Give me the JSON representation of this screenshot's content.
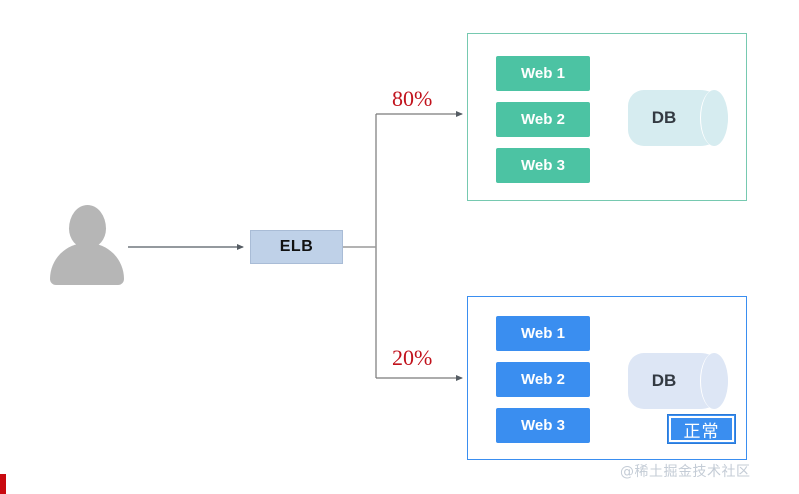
{
  "diagram": {
    "title": "ELB weighted traffic split to two web/DB groups",
    "colors": {
      "green_accent": "#4cc3a3",
      "green_border": "#76c9b0",
      "blue_accent": "#3a8ef0",
      "elb_fill": "#bfd1e8",
      "percent_red": "#c1121c",
      "user_gray": "#b6b6b6",
      "db_green_fill": "#d6ecf0",
      "db_blue_fill": "#dde6f5",
      "watermark_gray": "#c4ccd6",
      "corner_mark_red": "#c90a10"
    },
    "client": {
      "icon": "user-silhouette-icon",
      "label": ""
    },
    "load_balancer": {
      "label": "ELB"
    },
    "branches": [
      {
        "id": "upper",
        "weight_label": "80%"
      },
      {
        "id": "lower",
        "weight_label": "20%"
      }
    ],
    "groups": [
      {
        "id": "green-group",
        "theme": "green",
        "web_nodes": [
          {
            "label": "Web 1"
          },
          {
            "label": "Web 2"
          },
          {
            "label": "Web 3"
          }
        ],
        "database": {
          "label": "DB"
        },
        "status_badge": null
      },
      {
        "id": "blue-group",
        "theme": "blue",
        "web_nodes": [
          {
            "label": "Web 1"
          },
          {
            "label": "Web 2"
          },
          {
            "label": "Web 3"
          }
        ],
        "database": {
          "label": "DB"
        },
        "status_badge": {
          "label": "正常"
        }
      }
    ],
    "watermark": "@稀土掘金技术社区"
  }
}
